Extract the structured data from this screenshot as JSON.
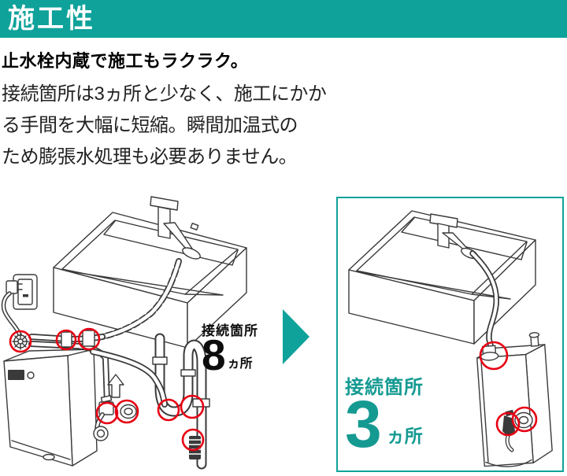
{
  "colors": {
    "teal": "#0ea29a",
    "teal_text": "#159a92",
    "red_marker": "#e60013",
    "line_art": "#3a3a3a",
    "text": "#1a1a1a"
  },
  "header": {
    "title": "施工性"
  },
  "intro": {
    "lead": "止水栓内蔵で施工もラクラク。",
    "body_lines": [
      "接続箇所は3ヵ所と少なく、施工にかか",
      "る手間を大幅に短縮。瞬間加温式の",
      "ため膨張水処理も必要ありません。"
    ]
  },
  "before_diagram": {
    "label": "接続箇所",
    "count": "8",
    "unit": "ヵ所",
    "connection_points": 8,
    "description": "conventional installation: sink, faucet, wall outlet, water heater, shut-off valve and S-trap with 8 circled connection points"
  },
  "after_diagram": {
    "label": "接続箇所",
    "count": "3",
    "unit": "ヵ所",
    "connection_points": 3,
    "description": "new installation: sink, faucet and slim heater with built-in stop valve, 3 circled connection points"
  }
}
